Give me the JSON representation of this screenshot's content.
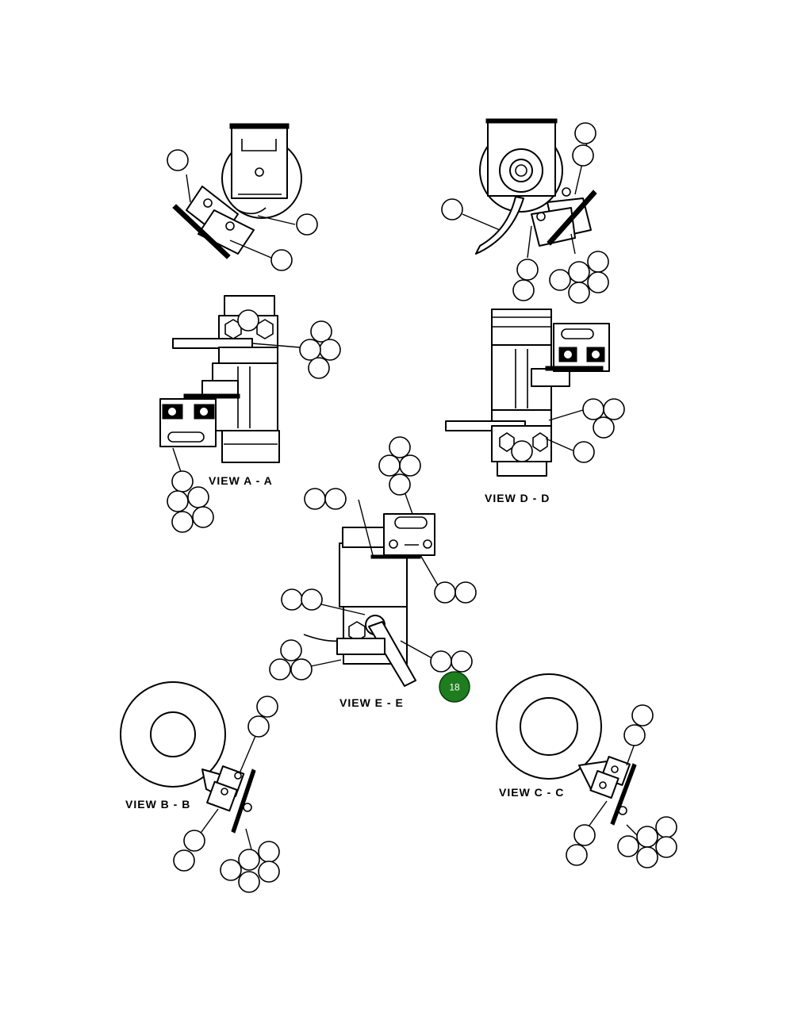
{
  "views": [
    {
      "id": "a",
      "label": "VIEW A - A"
    },
    {
      "id": "b",
      "label": "VIEW B - B"
    },
    {
      "id": "c",
      "label": "VIEW C - C"
    },
    {
      "id": "d",
      "label": "VIEW D - D"
    },
    {
      "id": "e",
      "label": "VIEW  E - E"
    }
  ],
  "highlight": {
    "label": "18",
    "color": "#1e7d1e"
  }
}
